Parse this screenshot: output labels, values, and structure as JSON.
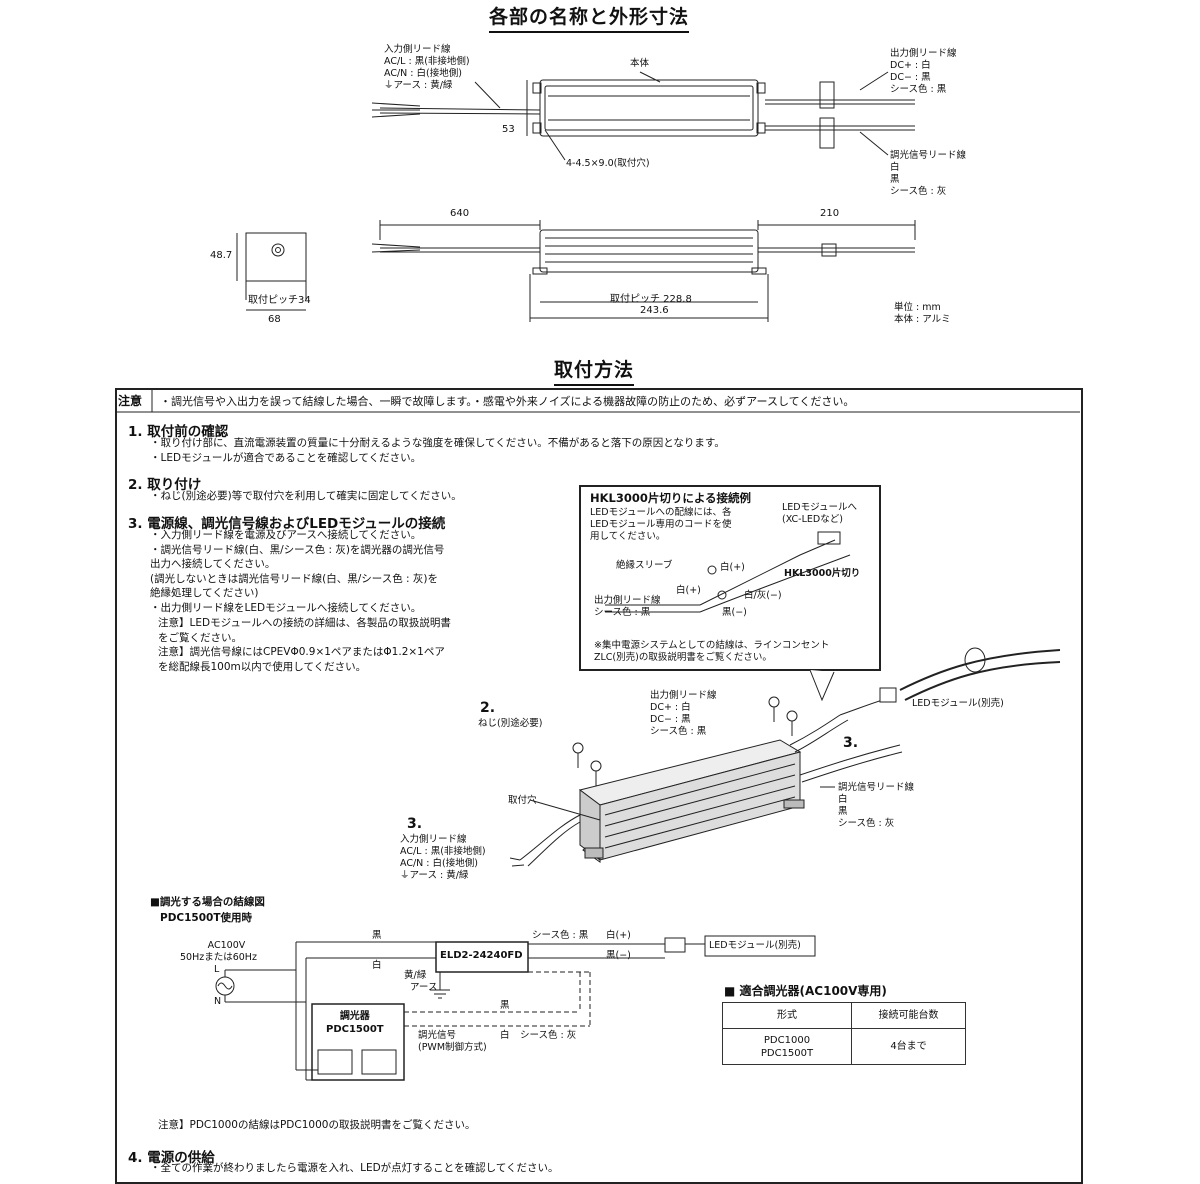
{
  "outline": {
    "title": "各部の名称と外形寸法",
    "input_lead": [
      "入力側リード線",
      "AC/L : 黒(非接地側)",
      "AC/N : 白(接地側)",
      "⏚アース : 黄/緑"
    ],
    "body_label": "本体",
    "output_lead": [
      "出力側リード線",
      "DC+ : 白",
      "DC− : 黒",
      "シース色 : 黒"
    ],
    "dimmer_lead": [
      "調光信号リード線",
      "白",
      "黒",
      "シース色 : 灰"
    ],
    "mount_hole": "4-4.5×9.0(取付穴)",
    "dim_53": "53",
    "dim_640": "640",
    "dim_210": "210",
    "dim_487": "48.7",
    "dim_pitch34": "取付ピッチ34",
    "dim_68": "68",
    "dim_pitch2288": "取付ピッチ 228.8",
    "dim_2436": "243.6",
    "unit": "単位 : mm",
    "material": "本体 : アルミ"
  },
  "install": {
    "title": "取付方法",
    "caution_label": "注意",
    "caution_text": "・調光信号や入出力を誤って結線した場合、一瞬で故障します。・感電や外来ノイズによる機器故障の防止のため、必ずアースしてください。",
    "step1": {
      "head": "1. 取付前の確認",
      "lines": [
        "・取り付け部に、直流電源装置の質量に十分耐えるような強度を確保してください。不備があると落下の原因となります。",
        "・LEDモジュールが適合であることを確認してください。"
      ]
    },
    "step2": {
      "head": "2. 取り付け",
      "lines": [
        "・ねじ(別途必要)等で取付穴を利用して確実に固定してください。"
      ]
    },
    "step3": {
      "head": "3. 電源線、調光信号線およびLEDモジュールの接続",
      "lines": [
        "・入力側リード線を電源及びアースへ接続してください。",
        "・調光信号リード線(白、黒/シース色 : 灰)を調光器の調光信号",
        "  出力へ接続してください。",
        "  (調光しないときは調光信号リード線(白、黒/シース色 : 灰)を",
        "  絶縁処理してください)",
        "・出力側リード線をLEDモジュールへ接続してください。"
      ],
      "notes": [
        "注意】LEDモジュールへの接続の詳細は、各製品の取扱説明書",
        "       をご覧ください。",
        "注意】調光信号線にはCPEVΦ0.9×1ペアまたはΦ1.2×1ペア",
        "       を総配線長100m以内で使用してください。"
      ]
    },
    "hkl": {
      "title": "HKL3000片切りによる接続例",
      "desc": [
        "LEDモジュールへの配線には、各",
        "LEDモジュール専用のコードを使",
        "用してください。"
      ],
      "led_to": [
        "LEDモジュールへ",
        "(XC-LEDなど)"
      ],
      "sleeve": "絶縁スリーブ",
      "white_plus": "白(+)",
      "white_plus2": "白(+)",
      "white_gray_minus": "白/灰(−)",
      "black_minus": "黒(−)",
      "hkl_cut": "HKL3000片切り",
      "out_lead": [
        "出力側リード線",
        "シース色 : 黒"
      ],
      "note": [
        "※集中電源システムとしての結線は、ラインコンセント",
        "  ZLC(別売)の取扱説明書をご覧ください。"
      ]
    },
    "illus": {
      "num2": "2.",
      "screw": "ねじ(別途必要)",
      "out_lead": [
        "出力側リード線",
        "DC+ : 白",
        "DC− : 黒",
        "シース色 : 黒"
      ],
      "num3a": "3.",
      "led_module": "LEDモジュール(別売)",
      "hole": "取付穴",
      "dim_lead": [
        "調光信号リード線",
        "白",
        "黒",
        "シース色 : 灰"
      ],
      "num3b": "3.",
      "in_lead": [
        "入力側リード線",
        "AC/L : 黒(非接地側)",
        "AC/N : 白(接地側)",
        "⏚アース : 黄/緑"
      ]
    },
    "wiring": {
      "title": "■調光する場合の結線図",
      "subtitle": "PDC1500T使用時",
      "ac": [
        "AC100V",
        "50Hzまたは60Hz"
      ],
      "L": "L",
      "N": "N",
      "black": "黒",
      "white": "白",
      "unit": "ELD2-24240FD",
      "sheath_black": "シース色 : 黒",
      "white_plus": "白(+)",
      "black_minus": "黒(−)",
      "led": "LEDモジュール(別売)",
      "earth": [
        "黄/緑",
        "アース"
      ],
      "dimmer": [
        "調光器",
        "PDC1500T"
      ],
      "signal_black": "黒",
      "signal": [
        "調光信号",
        "(PWM制御方式)"
      ],
      "signal_white": "白",
      "sheath_gray": "シース色 : 灰"
    },
    "compat": {
      "title": "■ 適合調光器(AC100V専用)",
      "headers": [
        "形式",
        "接続可能台数"
      ],
      "models": [
        "PDC1000",
        "PDC1500T"
      ],
      "count": "4台まで"
    },
    "note_pdc": "注意】PDC1000の結線はPDC1000の取扱説明書をご覧ください。",
    "step4": {
      "head": "4. 電源の供給",
      "lines": [
        "・全ての作業が終わりましたら電源を入れ、LEDが点灯することを確認してください。"
      ]
    }
  }
}
